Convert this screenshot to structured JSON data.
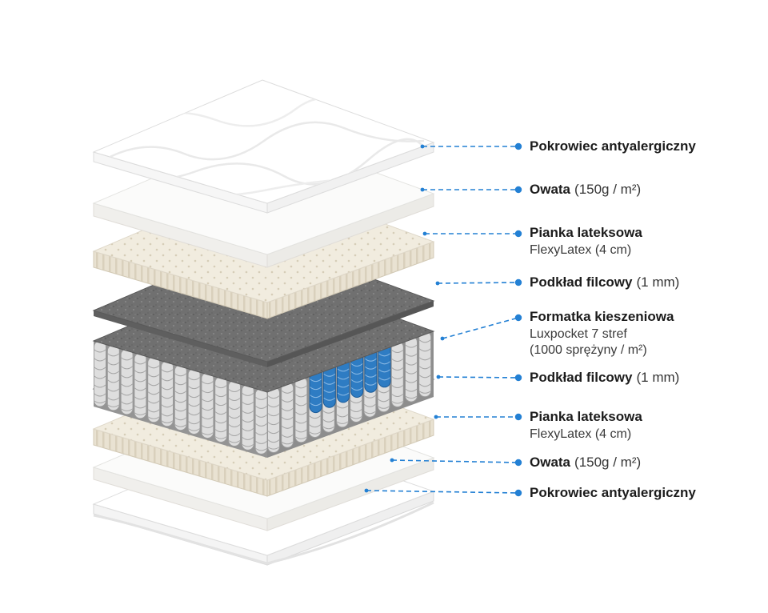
{
  "colors": {
    "accent": "#2380d4",
    "spring_gray": "#dedede",
    "spring_blue": "#2e7cc3",
    "felt_gray": "#707070",
    "latex_cream": "#f1ecdf",
    "cover_white": "#ffffff"
  },
  "labels": [
    {
      "title": "Pokrowiec antyalergiczny",
      "suffix": "",
      "lines": []
    },
    {
      "title": "Owata",
      "suffix": "(150g / m²)",
      "lines": []
    },
    {
      "title": "Pianka lateksowa",
      "suffix": "",
      "lines": [
        "FlexyLatex (4 cm)"
      ]
    },
    {
      "title": "Podkład filcowy",
      "suffix": "(1 mm)",
      "lines": []
    },
    {
      "title": "Formatka kieszeniowa",
      "suffix": "",
      "lines": [
        "Luxpocket 7 stref",
        "(1000 sprężyny / m²)"
      ]
    },
    {
      "title": "Podkład filcowy",
      "suffix": "(1 mm)",
      "lines": []
    },
    {
      "title": "Pianka lateksowa",
      "suffix": "",
      "lines": [
        "FlexyLatex (4 cm)"
      ]
    },
    {
      "title": "Owata",
      "suffix": "(150g / m²)",
      "lines": []
    },
    {
      "title": "Pokrowiec antyalergiczny",
      "suffix": "",
      "lines": []
    }
  ],
  "diagram": {
    "layers": [
      "pokrowiec-antyalergiczny-top",
      "owata-top",
      "pianka-lateksowa-top",
      "podklad-filcowy-top",
      "formatka-kieszeniowa-sprezyny",
      "podklad-filcowy-bottom",
      "pianka-lateksowa-bottom",
      "owata-bottom",
      "pokrowiec-antyalergiczny-bottom"
    ]
  }
}
